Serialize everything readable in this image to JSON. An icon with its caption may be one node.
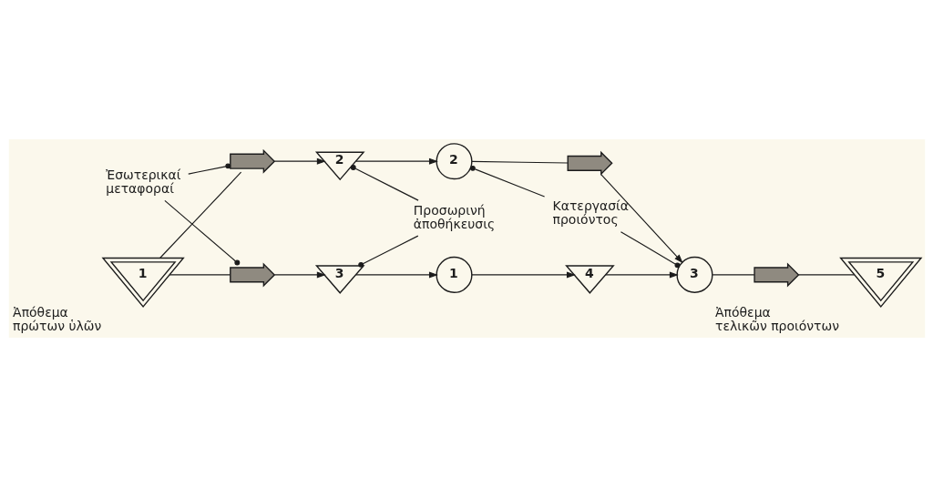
{
  "diagram": {
    "nodes": [
      {
        "text": [
          "Ἐσωτερικαί μεταφοραί"
        ]
      },
      {
        "text": [
          "2"
        ]
      },
      {
        "text": [
          "2"
        ]
      },
      {
        "text": [
          "Κατεργασία προιόντος"
        ]
      },
      {
        "text": [],
        "shape": "arrow"
      },
      {
        "text": [],
        "shape": "arrow"
      },
      {
        "text": [
          "Προσωρινή ἀποθήκευσις"
        ]
      },
      {
        "text": [
          "1"
        ],
        "beside": [
          "Ἀπόθεμα πρώτων ὑλῶν"
        ]
      },
      {
        "text": [],
        "shape": "arrow"
      },
      {
        "text": [
          "3"
        ]
      },
      {
        "text": [
          "1"
        ]
      },
      {
        "text": [
          "4"
        ]
      },
      {
        "text": [
          "3"
        ]
      },
      {
        "text": [],
        "shape": "arrow"
      },
      {
        "text": [
          "5"
        ],
        "beside": [
          "Ἀπόθεμα τελικῶν προιόντων"
        ]
      }
    ],
    "edges": [
      {
        "from": 7,
        "to": 4,
        "arrow": "none"
      },
      {
        "from": 4,
        "to": 1,
        "arrow": "to"
      },
      {
        "from": 1,
        "to": 2,
        "arrow": "to"
      },
      {
        "from": 2,
        "to": 5,
        "arrow": "none"
      },
      {
        "from": 5,
        "to": 12,
        "arrow": "to"
      },
      {
        "from": 7,
        "to": 8,
        "arrow": "none"
      },
      {
        "from": 8,
        "to": 9,
        "arrow": "to"
      },
      {
        "from": 9,
        "to": 10,
        "arrow": "to"
      },
      {
        "from": 10,
        "to": 11,
        "arrow": "to"
      },
      {
        "from": 11,
        "to": 12,
        "arrow": "to"
      },
      {
        "from": 12,
        "to": 13,
        "arrow": "none"
      },
      {
        "from": 13,
        "to": 14,
        "arrow": "none"
      },
      {
        "from": 0,
        "to": 4,
        "arrow": "other"
      },
      {
        "from": 0,
        "to": 8,
        "arrow": "other"
      },
      {
        "from": 6,
        "to": 1,
        "arrow": "other"
      },
      {
        "from": 6,
        "to": 9,
        "arrow": "other"
      },
      {
        "from": 3,
        "to": 2,
        "arrow": "other"
      },
      {
        "from": 3,
        "to": 12,
        "arrow": "other"
      }
    ]
  }
}
